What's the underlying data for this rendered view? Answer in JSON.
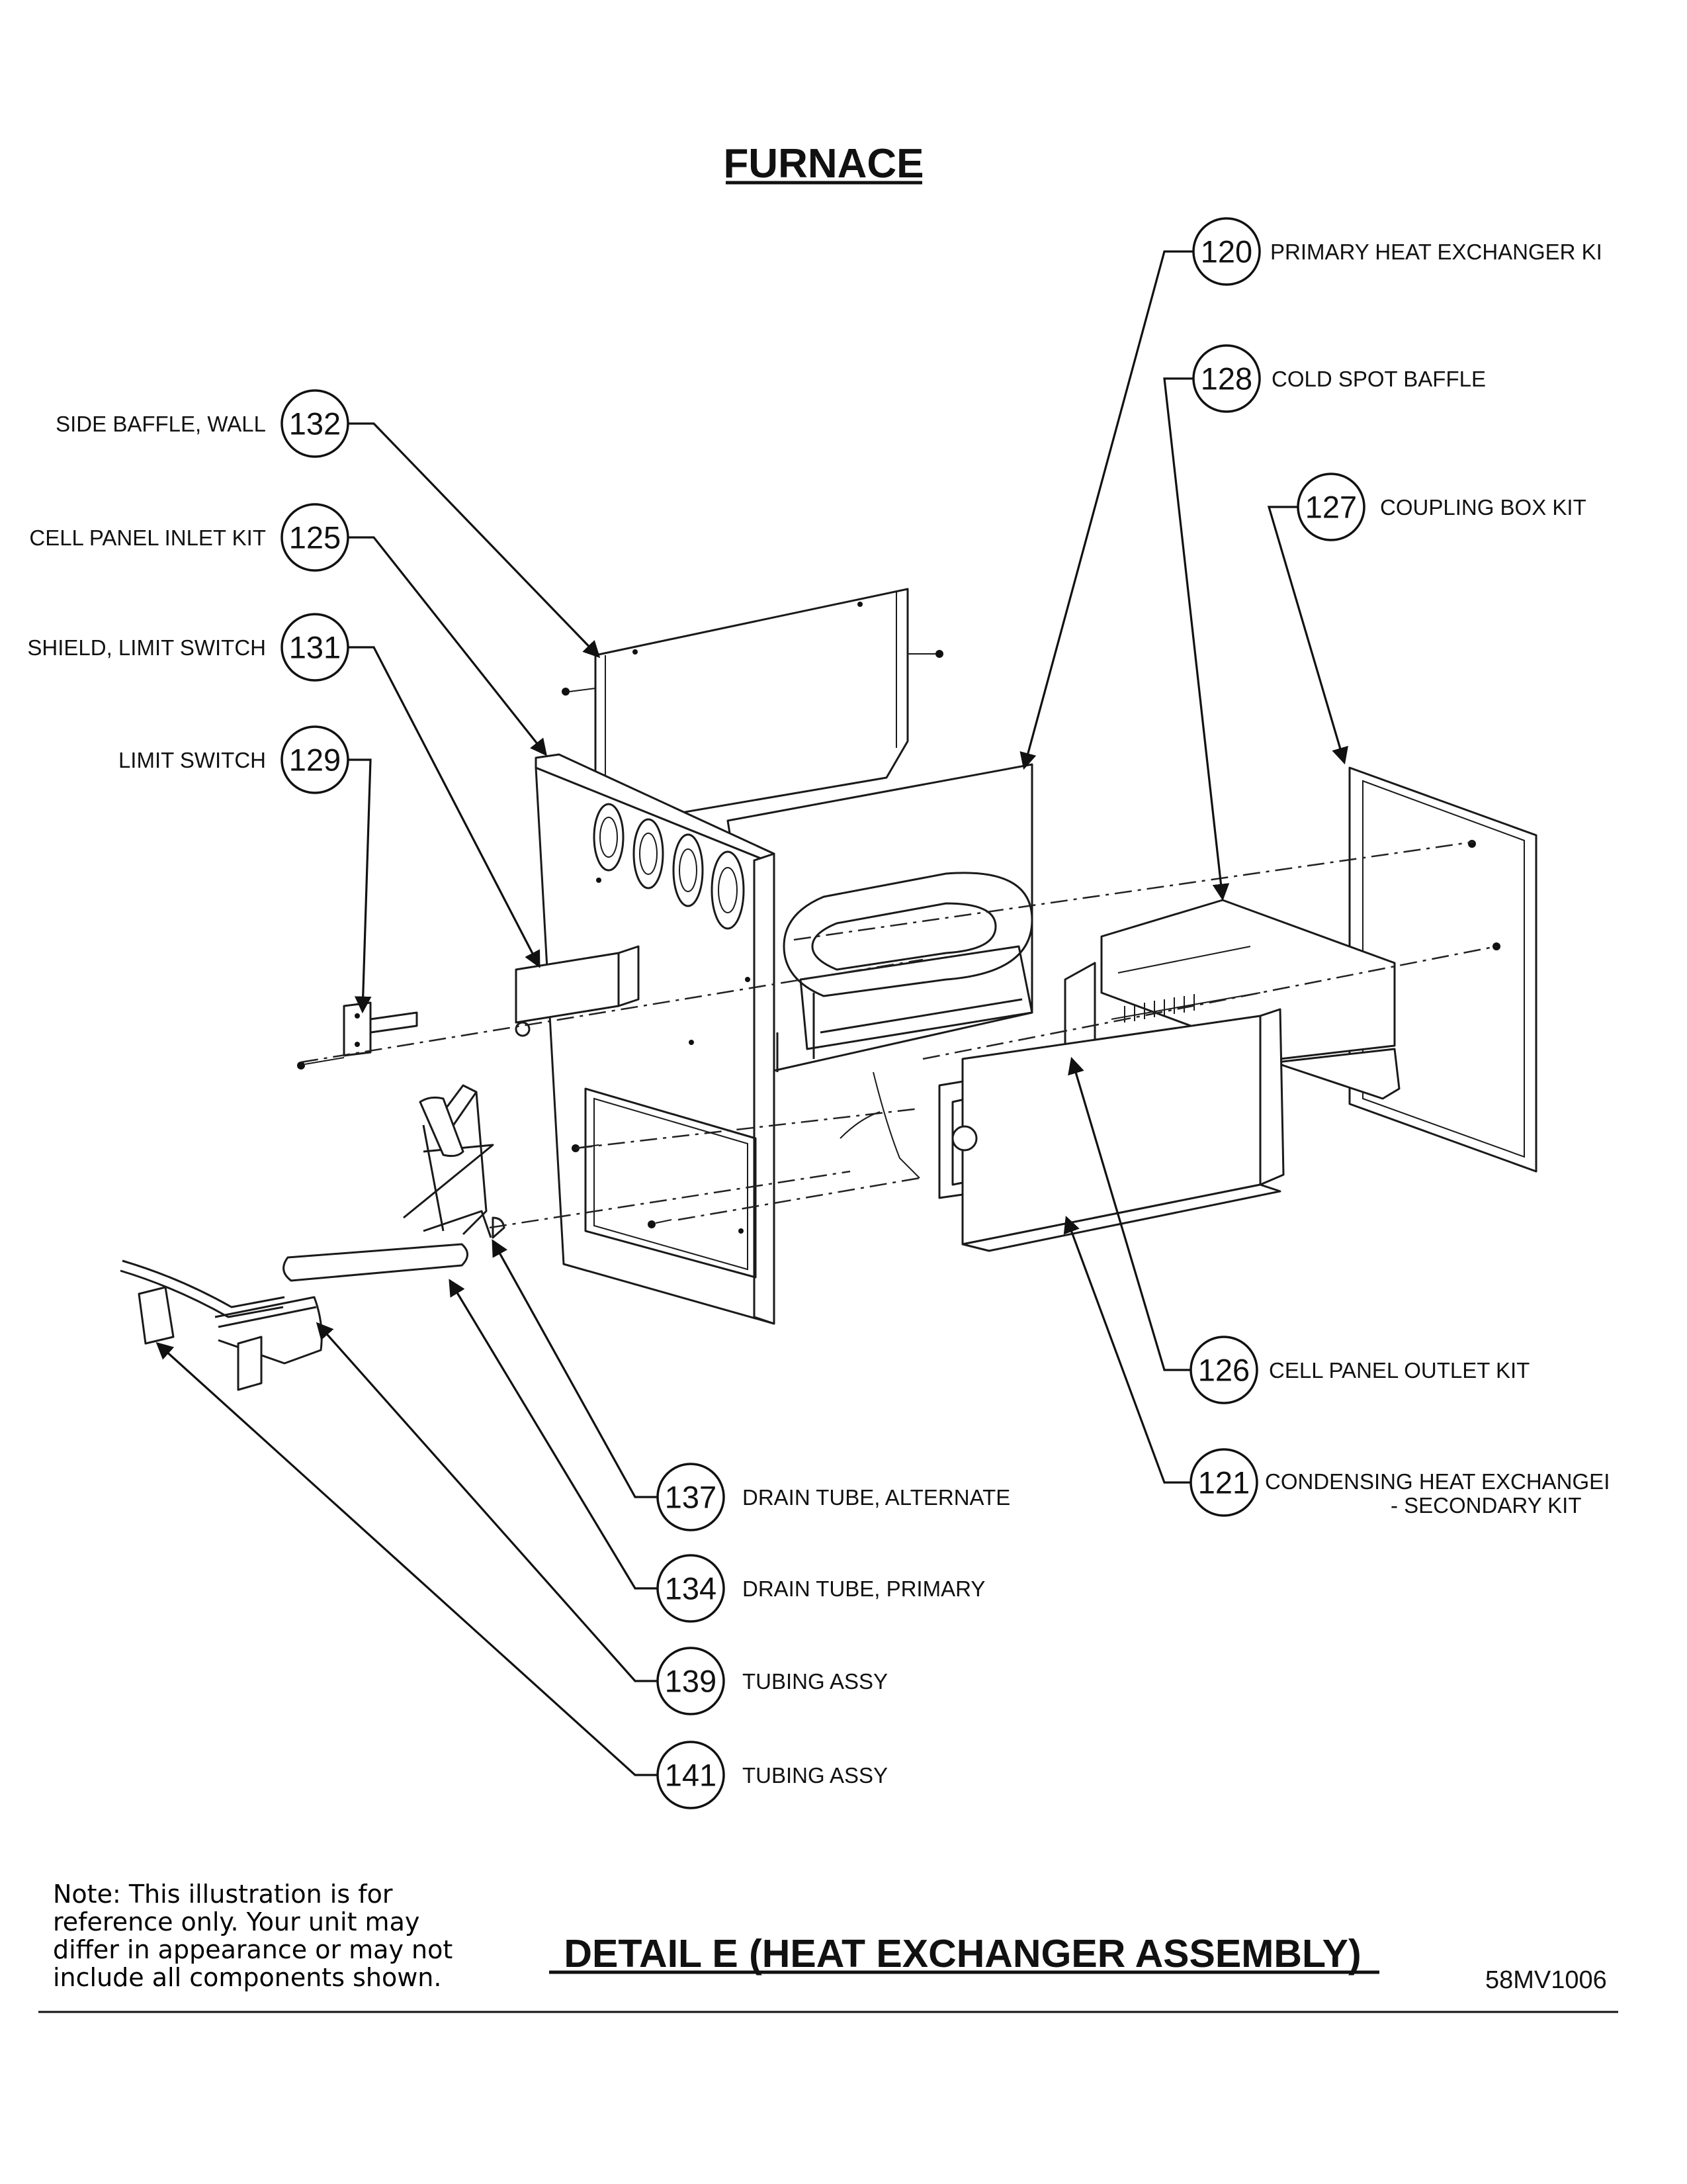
{
  "title": "FURNACE",
  "detail_title": "DETAIL E (HEAT EXCHANGER ASSEMBLY)",
  "drawing_code": "58MV1006",
  "note_lines": [
    "Note: This illustration is for",
    "reference only. Your unit may",
    "differ in appearance or may not",
    "include all components shown."
  ],
  "callouts": {
    "c120": {
      "number": "120",
      "label": "PRIMARY HEAT EXCHANGER KI"
    },
    "c128": {
      "number": "128",
      "label": "COLD SPOT BAFFLE"
    },
    "c127": {
      "number": "127",
      "label": "COUPLING BOX KIT"
    },
    "c132": {
      "number": "132",
      "label": "SIDE BAFFLE, WALL"
    },
    "c125": {
      "number": "125",
      "label": "CELL PANEL INLET KIT"
    },
    "c131": {
      "number": "131",
      "label": "SHIELD, LIMIT SWITCH"
    },
    "c129": {
      "number": "129",
      "label": "LIMIT SWITCH"
    },
    "c126": {
      "number": "126",
      "label": "CELL PANEL OUTLET KIT"
    },
    "c121": {
      "number": "121",
      "label": "CONDENSING HEAT EXCHANGEI",
      "label2": "- SECONDARY KIT"
    },
    "c137": {
      "number": "137",
      "label": "DRAIN TUBE, ALTERNATE"
    },
    "c134": {
      "number": "134",
      "label": "DRAIN TUBE, PRIMARY"
    },
    "c139": {
      "number": "139",
      "label": "TUBING ASSY"
    },
    "c141": {
      "number": "141",
      "label": "TUBING ASSY"
    }
  }
}
